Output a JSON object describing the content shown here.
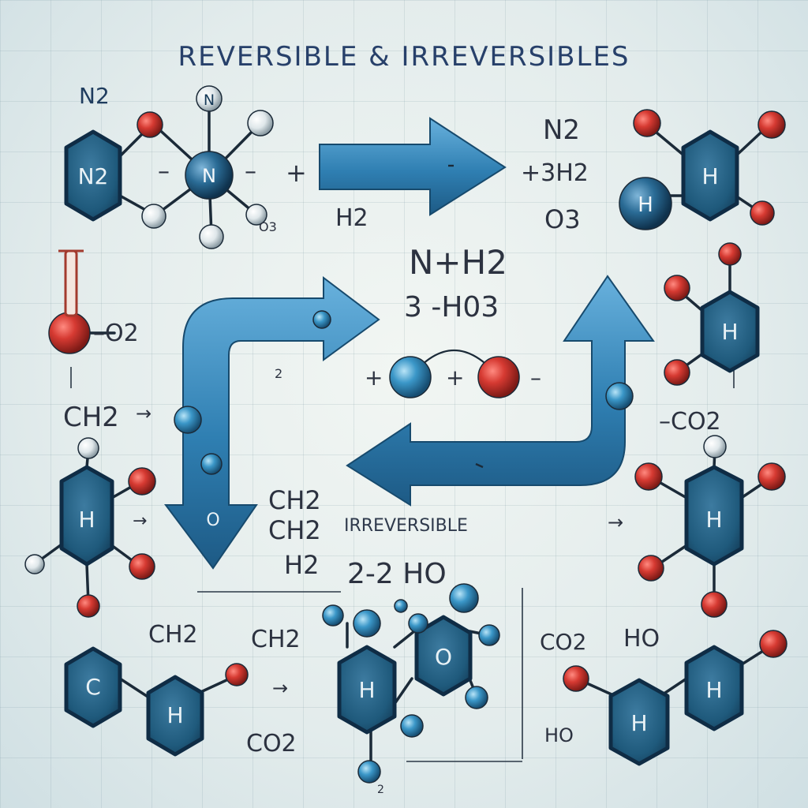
{
  "title": "REVERSIBLE & IRREVERSIBLES",
  "labels": {
    "top_left_n2": "N2",
    "hex_n2": "N2",
    "center_atom_n": "N",
    "top_atom_n": "N",
    "dash_left": "–",
    "dash_right": "–",
    "plus_top": "+",
    "o3_small": "O3",
    "h2_top": "H2",
    "right_n2": "N2",
    "right_3h2": "+3H2",
    "right_o3": "O3",
    "hex_top_right": "H",
    "atom_h_right": "H",
    "eq_line1": "N+H2",
    "eq_line2": "3 -H03",
    "o2_left": "–O2",
    "sub_2": "2",
    "plus_mid_left": "+",
    "plus_mid": "+",
    "dash_mid": "–",
    "ch2_left": "CH2",
    "arrow_left_mid": "→",
    "co2_right": "–CO2",
    "arrow_right_mid": "→",
    "hex_mid_right": "H",
    "hex_left_lower": "H",
    "arrow_left_lower": "→",
    "arrow_o": "O",
    "ch2_a": "CH2",
    "ch2_b": "CH2",
    "irreversible": "IRREVERSIBLE",
    "h2_lower": "H2",
    "reaction_2_2_ho": "2-2 HO",
    "hex_right_lower": "H",
    "ch2_bottom_left": "CH2",
    "ch2_bottom_mid": "CH2",
    "arrow_bottom": "→",
    "co2_bottom": "CO2",
    "hex_bottom_c": "C",
    "hex_bottom_h1": "H",
    "hex_bottom_h2": "H",
    "hex_bottom_o": "O",
    "sub_2_bottom": "2",
    "co2_bottom_right": "CO2",
    "ho_bottom_right": "HO",
    "ho_small": "HO",
    "hex_bottom_right_h1": "H",
    "hex_bottom_right_h2": "H"
  },
  "colors": {
    "hex_fill": "#1f5a7c",
    "hex_stroke": "#0f2c45",
    "arrow_fill": "#3687b8",
    "atom_red": "#d63a32",
    "atom_blue": "#3b97c8",
    "atom_white": "#e8eef0",
    "bond": "#1b2a38"
  }
}
